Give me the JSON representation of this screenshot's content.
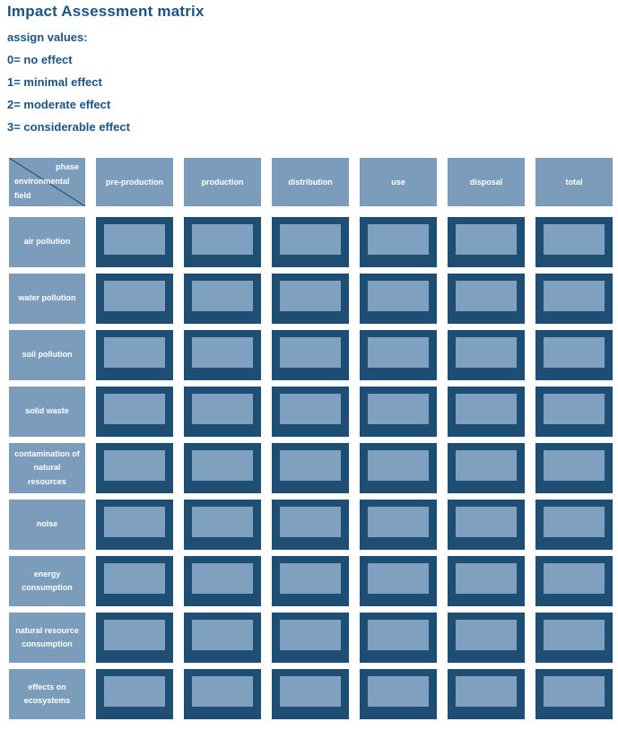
{
  "title": "Impact Assessment matrix",
  "legend": {
    "heading": "assign values:",
    "items": [
      "0= no effect",
      "1= minimal effect",
      "2= moderate effect",
      "3= considerable effect"
    ]
  },
  "matrix": {
    "corner": {
      "top_right_label": "phase",
      "bottom_left_label": "environmental field"
    },
    "columns": [
      "pre-production",
      "production",
      "distribution",
      "use",
      "disposal",
      "total"
    ],
    "rows": [
      "air pollution",
      "water pollution",
      "soil pollution",
      "solid waste",
      "contamination of natural resources",
      "noise",
      "energy consumption",
      "natural resource consumption",
      "effects on ecosystems"
    ],
    "cell_value": ""
  },
  "colors": {
    "heading_text": "#1b5483",
    "header_fill": "#7b9cba",
    "cell_border": "#1f4e74",
    "cell_field": "#7fa0bf",
    "label_text": "#ffffff"
  }
}
